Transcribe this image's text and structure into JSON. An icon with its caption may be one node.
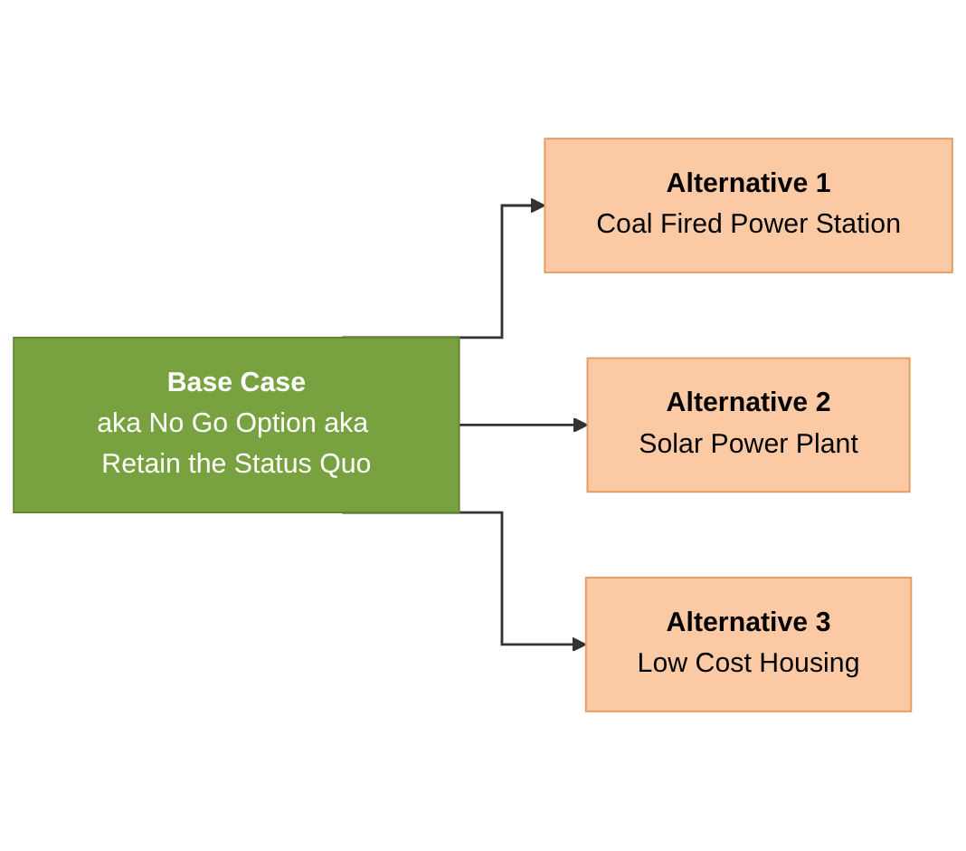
{
  "diagram": {
    "nodes": [
      {
        "text": [
          "Base Case",
          "aka No Go Option aka Retain the Status Quo"
        ]
      },
      {
        "text": [
          "Alternative 1",
          "Coal Fired Power Station"
        ]
      },
      {
        "text": [
          "Alternative 2",
          "Solar Power Plant"
        ]
      },
      {
        "text": [
          "Alternative 3",
          "Low Cost Housing"
        ]
      }
    ],
    "edges": [
      {
        "from": 0,
        "to": 1,
        "arrow": "to"
      },
      {
        "from": 0,
        "to": 2,
        "arrow": "to"
      },
      {
        "from": 0,
        "to": 3,
        "arrow": "to"
      }
    ]
  }
}
